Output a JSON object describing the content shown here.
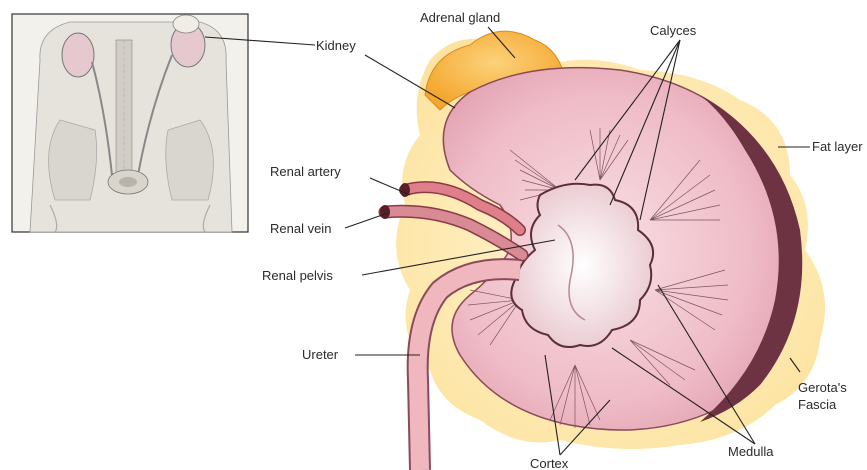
{
  "labels": {
    "adrenal_gland": "Adrenal gland",
    "calyces": "Calyces",
    "kidney": "Kidney",
    "fat_layer": "Fat layer",
    "renal_artery": "Renal artery",
    "renal_vein": "Renal vein",
    "renal_pelvis": "Renal pelvis",
    "ureter": "Ureter",
    "gerotas_fascia_line1": "Gerota's",
    "gerotas_fascia_line2": "Fascia",
    "medulla": "Medulla",
    "cortex": "Cortex"
  },
  "colors": {
    "fat": "#fde7a8",
    "adrenal": "#f7b23a",
    "kidney_cortex": "#f2c5cf",
    "kidney_capsule": "#6e3342",
    "pelvis": "#f7e6e9",
    "vessel": "#e9a0a9",
    "ureter": "#f0b7bf",
    "line": "#222222"
  }
}
